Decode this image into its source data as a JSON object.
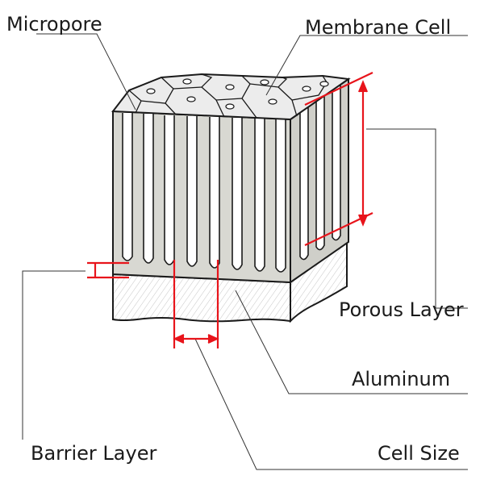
{
  "labels": {
    "micropore": "Micropore",
    "membrane_cell": "Membrane Cell",
    "porous_layer": "Porous Layer",
    "aluminum": "Aluminum",
    "barrier_layer": "Barrier Layer",
    "cell_size": "Cell Size"
  },
  "colors": {
    "outline": "#1a1a1a",
    "pore_fill": "#d8d8d2",
    "pore_core": "#ffffff",
    "aluminum_face": "#ececec",
    "side_face": "#c4c4be",
    "dimension": "#e8141b",
    "leader": "#333333"
  }
}
